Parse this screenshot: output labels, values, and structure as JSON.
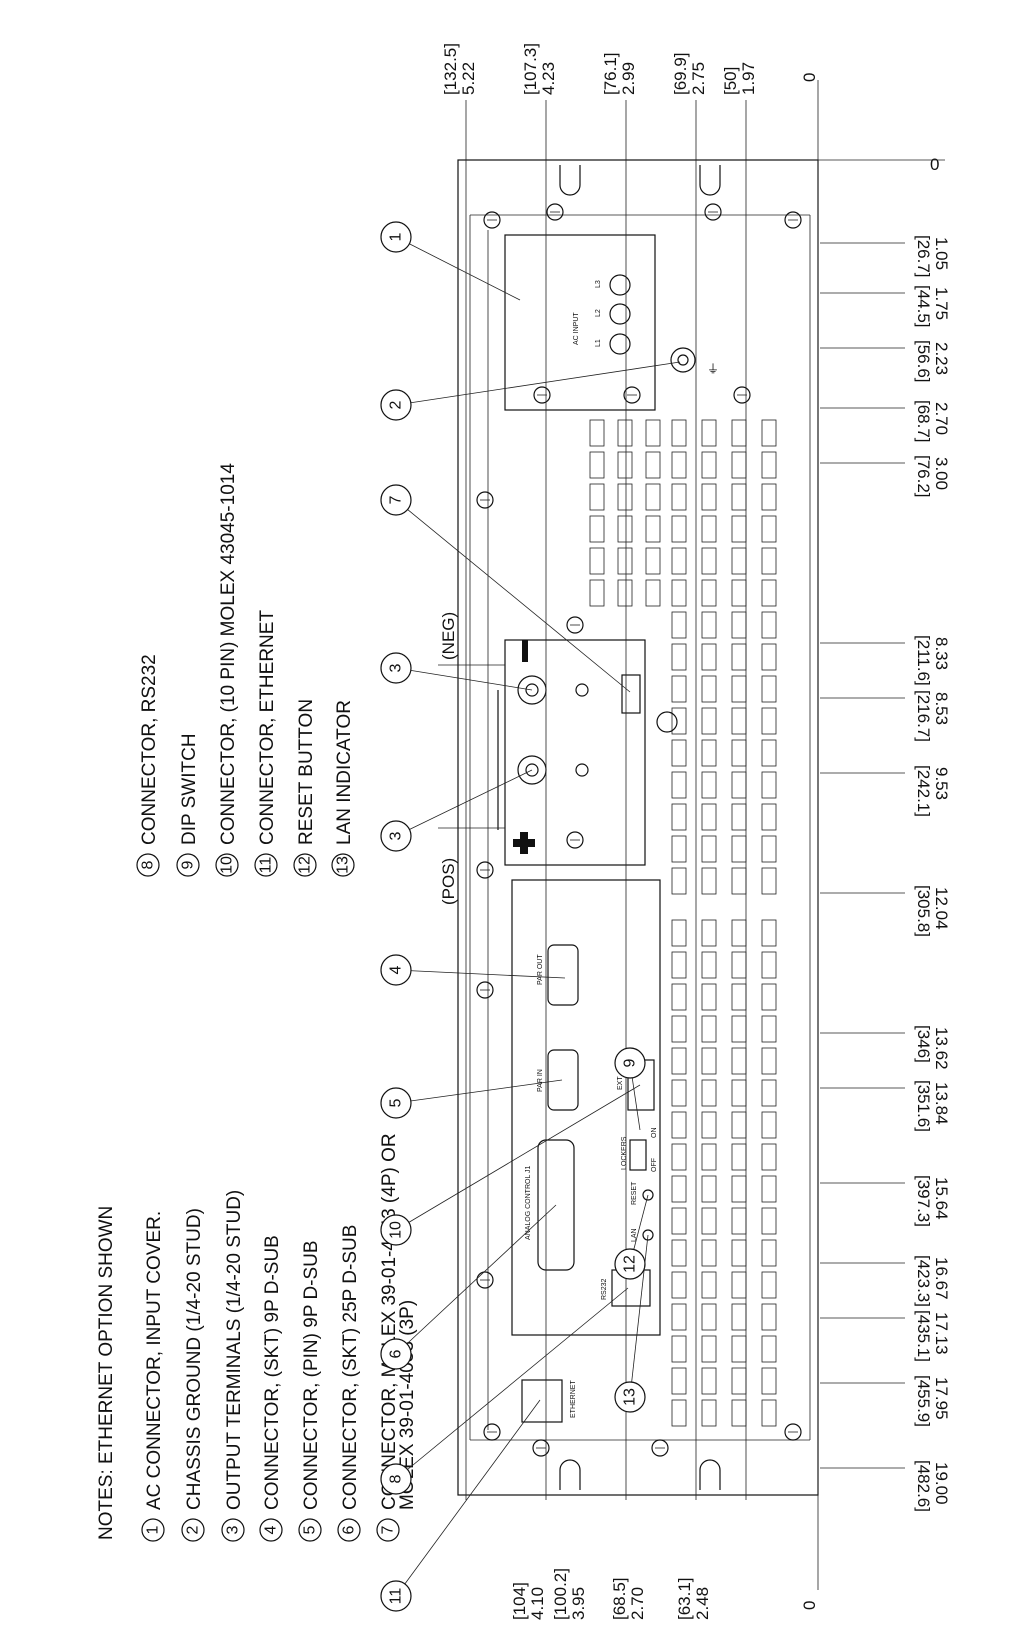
{
  "notes": {
    "header": "NOTES: ETHERNET OPTION SHOWN",
    "items": [
      {
        "num": "1",
        "text": "AC CONNECTOR, INPUT COVER."
      },
      {
        "num": "2",
        "text": "CHASSIS GROUND (1/4-20 STUD)"
      },
      {
        "num": "3",
        "text": "OUTPUT TERMINALS (1/4-20 STUD)"
      },
      {
        "num": "4",
        "text": "CONNECTOR, (SKT) 9P D-SUB"
      },
      {
        "num": "5",
        "text": "CONNECTOR, (PIN) 9P D-SUB"
      },
      {
        "num": "6",
        "text": "CONNECTOR, (SKT) 25P D-SUB"
      },
      {
        "num": "7",
        "text": "CONNECTOR, MOLEX 39-01-4043 (4P) OR",
        "text2": "MOLEX 39-01-4033 (3P)"
      },
      {
        "num": "8",
        "text": "CONNECTOR, RS232"
      },
      {
        "num": "9",
        "text": "DIP SWITCH"
      },
      {
        "num": "10",
        "text": "CONNECTOR, (10 PIN) MOLEX 43045-1014"
      },
      {
        "num": "11",
        "text": "CONNECTOR, ETHERNET"
      },
      {
        "num": "12",
        "text": "RESET BUTTON"
      },
      {
        "num": "13",
        "text": "LAN INDICATOR"
      }
    ]
  },
  "top_dims": [
    {
      "mm": "[132.5]",
      "in": "5.22"
    },
    {
      "mm": "[107.3]",
      "in": "4.23"
    },
    {
      "mm": "[76.1]",
      "in": "2.99"
    },
    {
      "mm": "[69.9]",
      "in": "2.75"
    },
    {
      "mm": "[50]",
      "in": "1.97"
    }
  ],
  "bottom_dims": [
    {
      "mm": "[104]",
      "in": "4.10"
    },
    {
      "mm": "[100.2]",
      "in": "3.95"
    },
    {
      "mm": "[68.5]",
      "in": "2.70"
    },
    {
      "mm": "[63.1]",
      "in": "2.48"
    }
  ],
  "right_dims": [
    {
      "mm": "[26.7]",
      "in": "1.05"
    },
    {
      "mm": "[44.5]",
      "in": "1.75"
    },
    {
      "mm": "[56.6]",
      "in": "2.23"
    },
    {
      "mm": "[68.7]",
      "in": "2.70"
    },
    {
      "mm": "[76.2]",
      "in": "3.00"
    },
    {
      "mm": "[211.6]",
      "in": "8.33"
    },
    {
      "mm": "[216.7]",
      "in": "8.53"
    },
    {
      "mm": "[242.1]",
      "in": "9.53"
    },
    {
      "mm": "[305.8]",
      "in": "12.04"
    },
    {
      "mm": "[346]",
      "in": "13.62"
    },
    {
      "mm": "[351.6]",
      "in": "13.84"
    },
    {
      "mm": "[397.3]",
      "in": "15.64"
    },
    {
      "mm": "[423.3]",
      "in": "16.67"
    },
    {
      "mm": "[435.1]",
      "in": "17.13"
    },
    {
      "mm": "[455.9]",
      "in": "17.95"
    },
    {
      "mm": "[482.6]",
      "in": "19.00"
    }
  ],
  "zero_labels": {
    "top": "0",
    "right": "0",
    "bottom": "0"
  },
  "labels": {
    "neg": "(NEG)",
    "pos": "(POS)",
    "ac_input": "AC INPUT",
    "l1": "L1",
    "l2": "L2",
    "l3": "L3",
    "par_out": "PAR OUT",
    "par_in": "PAR IN",
    "ext": "EXT",
    "analog": "ANALOG CONTROL J1",
    "rs232": "RS232",
    "ethernet": "ETHERNET",
    "lan": "LAN",
    "reset": "RESET",
    "on": "ON",
    "off": "OFF",
    "lockers": "LOCKERS"
  },
  "callouts": [
    "1",
    "2",
    "7",
    "3",
    "3",
    "4",
    "5",
    "10",
    "6",
    "8",
    "11",
    "9",
    "12",
    "13"
  ]
}
